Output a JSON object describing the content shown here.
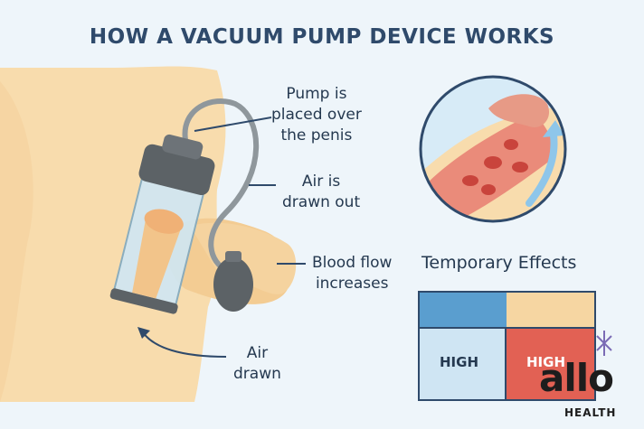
{
  "title": "HOW A VACUUM PUMP DEVICE WORKS",
  "callouts": {
    "pump_placed": [
      "Pump is",
      "placed over",
      "the penis"
    ],
    "air_drawn_out": [
      "Air is",
      "drawn out"
    ],
    "blood_flow": [
      "Blood flow",
      "increases"
    ],
    "air_drawn": [
      "Air",
      "drawn"
    ]
  },
  "effects": {
    "heading": "Temporary Effects",
    "cells": [
      {
        "label": "",
        "color": "#5a9ecf"
      },
      {
        "label": "",
        "color": "#f6d6a2"
      },
      {
        "label": "HIGH",
        "color": "#cfe5f3"
      },
      {
        "label": "HIGH",
        "color": "#e26154"
      }
    ]
  },
  "logo": {
    "brand": "allo",
    "sub": "HEALTH"
  },
  "colors": {
    "skin": "#f8dcad",
    "skin_dark": "#ecc58a",
    "tube": "#cfe7f4",
    "cap": "#5c6266",
    "accent": "#2f4a6b",
    "tissue": "#ea8b7a",
    "arrow": "#8ec6ea"
  }
}
